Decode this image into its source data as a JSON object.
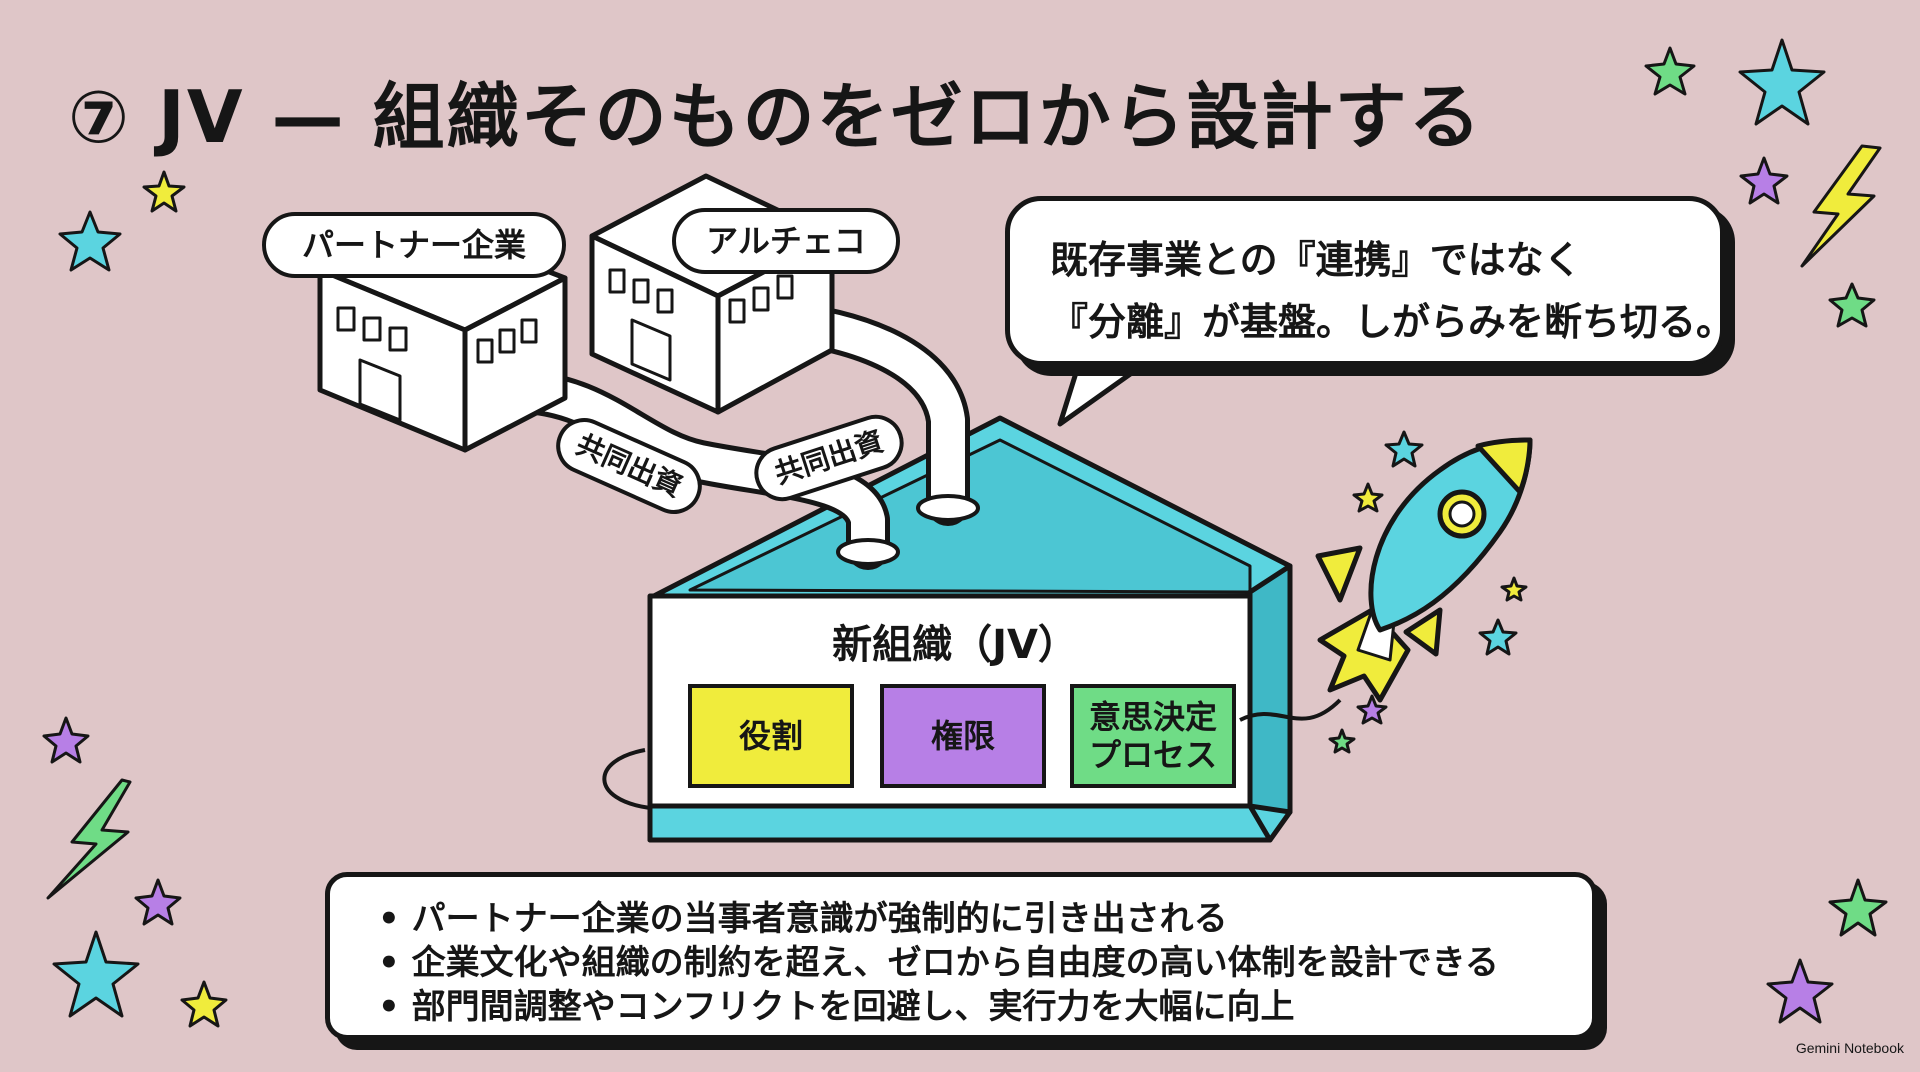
{
  "title": "⑦ JV — 組織そのものをゼロから設計する",
  "buildings": {
    "partner_label": "パートナー企業",
    "alcheco_label": "アルチェコ"
  },
  "pipes": {
    "left_label": "共同出資",
    "right_label": "共同出資"
  },
  "speech_bubble": {
    "line1": "既存事業との『連携』ではなく",
    "line2": "『分離』が基盤。しがらみを断ち切る。"
  },
  "new_org": {
    "title": "新組織（JV）",
    "tiles": [
      {
        "label": "役割",
        "color": "#f0ec3c"
      },
      {
        "label": "権限",
        "color": "#b77fe6"
      },
      {
        "line1": "意思決定",
        "line2": "プロセス",
        "color": "#6fdc86"
      }
    ]
  },
  "bullets": [
    "パートナー企業の当事者意識が強制的に引き出される",
    "企業文化や組織の制約を超え、ゼロから自由度の高い体制を設計できる",
    "部門間調整やコンフリクトを回避し、実行力を大幅に向上"
  ],
  "colors": {
    "background": "#dfc6c8",
    "cyan": "#5bd4e0",
    "yellow": "#f0ec3c",
    "purple": "#b77fe6",
    "green": "#6fdc86",
    "ink": "#161616"
  },
  "watermark": "Gemini Notebook"
}
